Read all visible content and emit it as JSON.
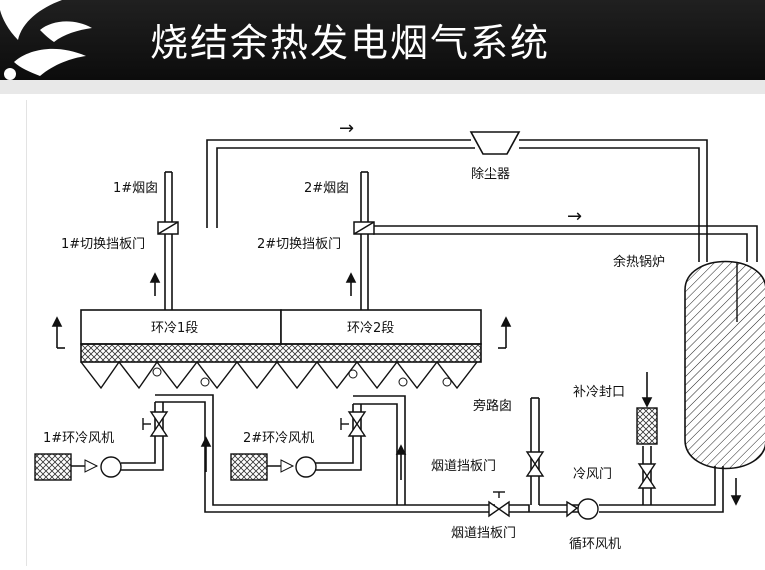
{
  "slide": {
    "title": "烧结余热发电烟气系统"
  },
  "diagram": {
    "labels": {
      "dust_collector": "除尘器",
      "chimney1": "1#烟囱",
      "chimney2": "2#烟囱",
      "switch_damper1": "1#切换挡板门",
      "switch_damper2": "2#切换挡板门",
      "boiler": "余热锅炉",
      "ring_cooler1": "环冷1段",
      "ring_cooler2": "环冷2段",
      "fan1": "1#环冷风机",
      "fan2": "2#环冷风机",
      "bypass_chimney": "旁路囱",
      "flue_damper_upper": "烟道挡板门",
      "flue_damper_lower": "烟道挡板门",
      "makeup_seal": "补冷封口",
      "cold_air_door": "冷风门",
      "circulation_fan": "循环风机"
    },
    "arrow_glyph": "→"
  }
}
